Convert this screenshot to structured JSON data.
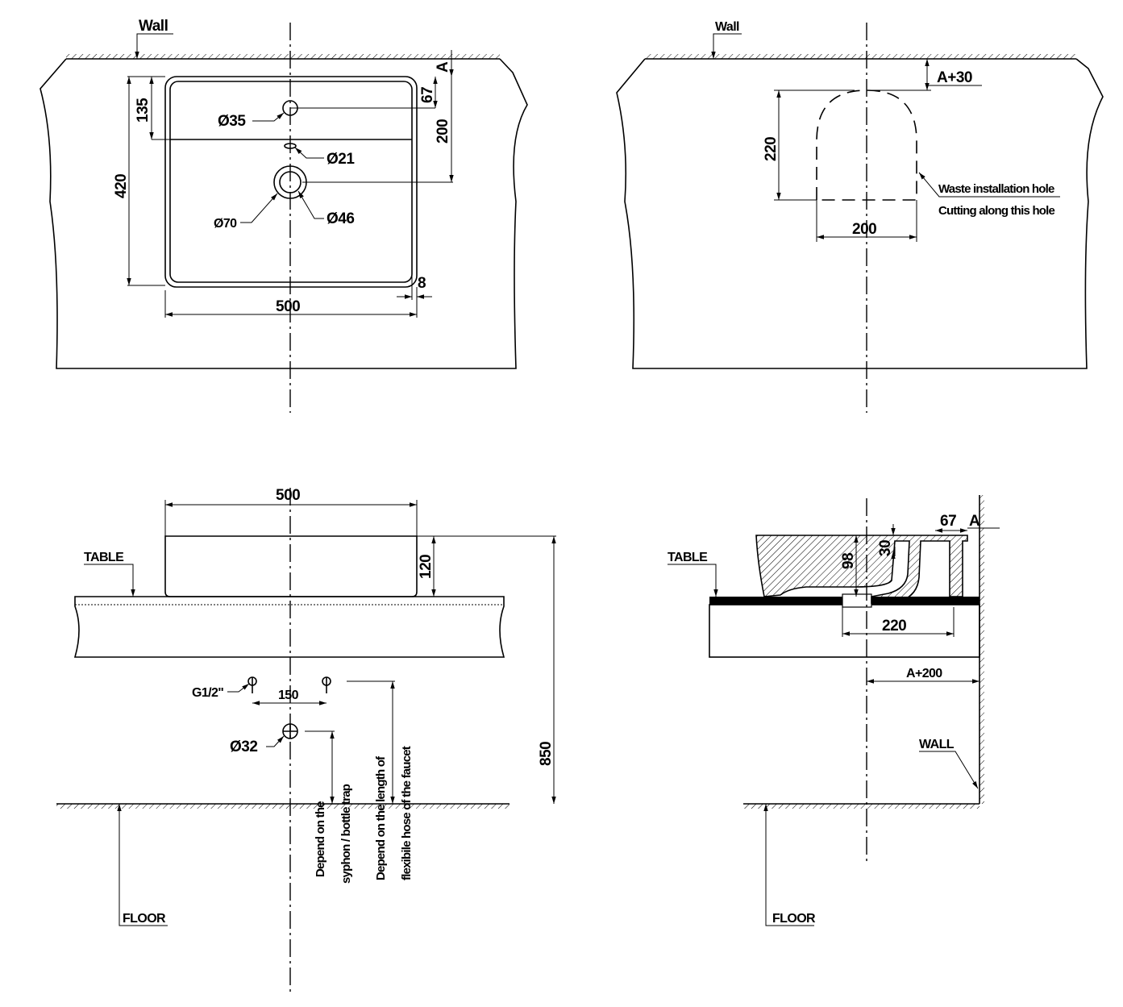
{
  "top_left": {
    "wall": "Wall",
    "dim_a": "A",
    "dim_67": "67",
    "dim_200": "200",
    "dim_135": "135",
    "dim_420": "420",
    "d35": "Ø35",
    "d21": "Ø21",
    "d70": "Ø70",
    "d46": "Ø46",
    "dim_8": "8",
    "dim_500": "500"
  },
  "top_right": {
    "wall": "Wall",
    "dim_a30": "A+30",
    "dim_220": "220",
    "dim_200": "200",
    "note_line1": "Waste installation hole",
    "note_line2": "Cutting along this hole"
  },
  "bottom_left": {
    "dim_500": "500",
    "table": "TABLE",
    "dim_120": "120",
    "g12": "G1/2\"",
    "dim_150": "150",
    "d32": "Ø32",
    "note_syphon_1": "Depend on the",
    "note_syphon_2": "syphon / bottle trap",
    "note_hose_1": "Depend on the length of",
    "note_hose_2": "flexibile hose of the faucet",
    "dim_850": "850",
    "floor": "FLOOR"
  },
  "bottom_right": {
    "dim_67": "67",
    "dim_a": "A",
    "dim_30": "30",
    "dim_98": "98",
    "table": "TABLE",
    "dim_220": "220",
    "dim_a200": "A+200",
    "wall": "WALL",
    "floor": "FLOOR"
  }
}
